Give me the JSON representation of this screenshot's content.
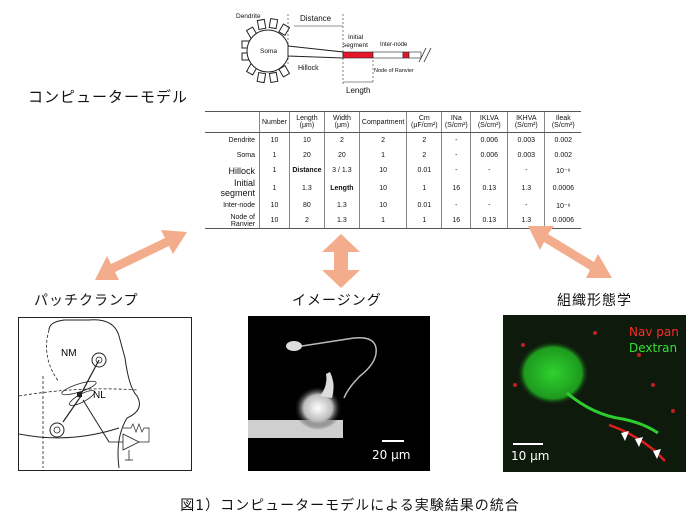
{
  "title": "コンピューターモデル",
  "schematic": {
    "dendrite": "Dendrite",
    "soma": "Soma",
    "distance": "Distance",
    "initial_segment_1": "Initial",
    "initial_segment_2": "segment",
    "inter_node": "Inter-node",
    "hillock": "Hillock",
    "node_of_ranvier": "Node of Ranvier",
    "length": "Length"
  },
  "table": {
    "headers": [
      "Number",
      "Length (μm)",
      "Width (μm)",
      "Compartment",
      "Cm (μF/cm²)",
      "INa (S/cm²)",
      "IKLVA (S/cm²)",
      "IKHVA (S/cm²)",
      "Ileak (S/cm²)"
    ],
    "rows": [
      {
        "name": "Dendrite",
        "cells": [
          "10",
          "10",
          "2",
          "2",
          "2",
          "-",
          "0.006",
          "0.003",
          "0.002"
        ]
      },
      {
        "name": "Soma",
        "cells": [
          "1",
          "20",
          "20",
          "1",
          "2",
          "-",
          "0.006",
          "0.003",
          "0.002"
        ]
      },
      {
        "name": "Hillock",
        "cells": [
          "1",
          "Distance",
          "3 / 1.3",
          "10",
          "0.01",
          "-",
          "-",
          "-",
          "10⁻⁶"
        ]
      },
      {
        "name": "Initial segment",
        "cells": [
          "1",
          "1.3",
          "Length",
          "10",
          "1",
          "16",
          "0.13",
          "1.3",
          "0.0006"
        ]
      },
      {
        "name": "Inter-node",
        "cells": [
          "10",
          "80",
          "1.3",
          "10",
          "0.01",
          "-",
          "-",
          "-",
          "10⁻⁶"
        ]
      },
      {
        "name": "Node of Ranvier",
        "cells": [
          "10",
          "2",
          "1.3",
          "1",
          "1",
          "16",
          "0.13",
          "1.3",
          "0.0006"
        ]
      }
    ]
  },
  "sections": {
    "patch_clamp": "パッチクランプ",
    "imaging": "イメージング",
    "histology": "組織形態学"
  },
  "patch": {
    "nm": "NM",
    "nl": "NL"
  },
  "imaging": {
    "scale": "20 μm"
  },
  "histology": {
    "legend_nav": "Nav pan",
    "legend_dextran": "Dextran",
    "scale": "10 μm"
  },
  "colors": {
    "arrow": "#f4ad8c",
    "initial_segment": "#e8162b",
    "nav": "#ff2a2a",
    "dextran": "#33e233"
  },
  "caption": "図1）コンピューターモデルによる実験結果の統合"
}
